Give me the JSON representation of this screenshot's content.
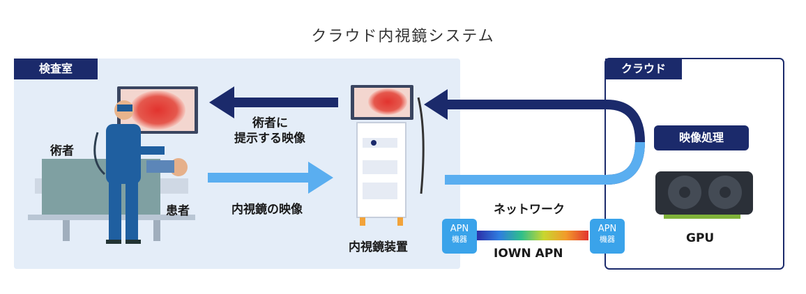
{
  "title": "クラウド内視鏡システム",
  "exam_room": {
    "tag": "検査室"
  },
  "cloud": {
    "tag": "クラウド",
    "processing_tag": "映像処理",
    "gpu_label": "GPU"
  },
  "labels": {
    "surgeon": "術者",
    "patient": "患者",
    "video_to_surgeon_line1": "術者に",
    "video_to_surgeon_line2": "提示する映像",
    "endoscope_video": "内視鏡の映像",
    "endoscope_device": "内視鏡装置",
    "network": "ネットワーク",
    "iown_apn": "IOWN APN"
  },
  "apn_device": {
    "top": "APN",
    "bottom": "機器"
  },
  "colors": {
    "navy": "#1b2a6b",
    "light_blue": "#5aaef0",
    "room_bg": "#e4edf8",
    "apn_blue": "#3aa3ea"
  },
  "icons": [
    "surgeon-icon",
    "patient-bed-icon",
    "monitor-icon",
    "endoscope-cart-icon",
    "gpu-card-icon"
  ]
}
